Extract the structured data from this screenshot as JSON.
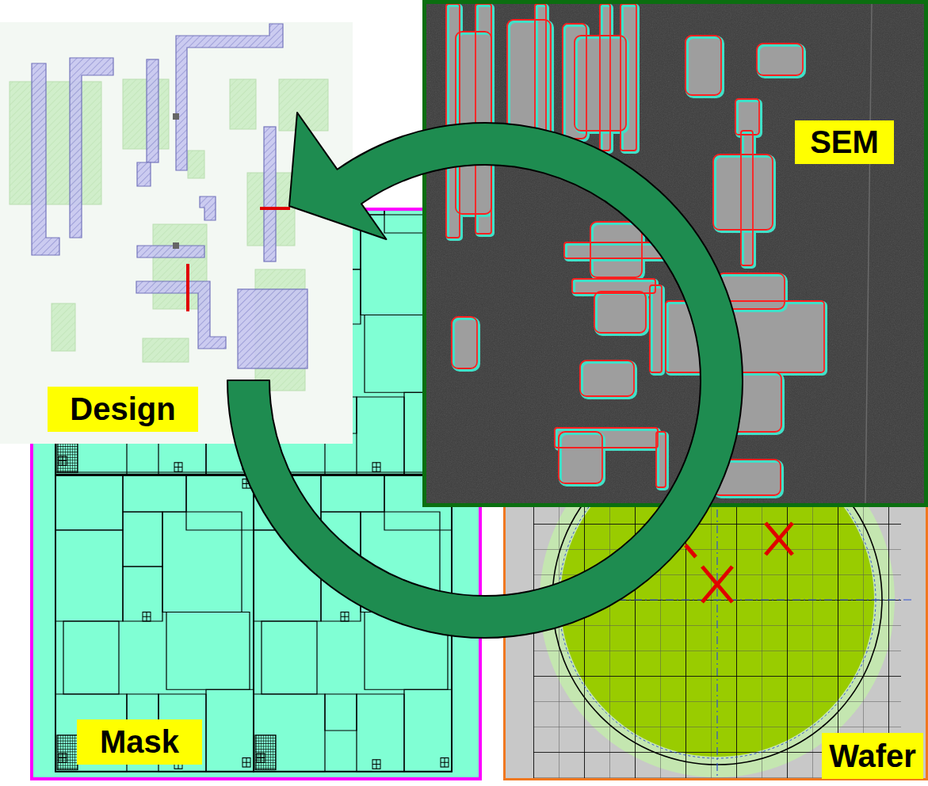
{
  "diagram": {
    "nodes": [
      {
        "text": [
          "Design"
        ]
      },
      {
        "text": [
          "SEM"
        ]
      },
      {
        "text": [
          "Mask"
        ]
      },
      {
        "text": [
          "Wafer"
        ]
      }
    ]
  }
}
